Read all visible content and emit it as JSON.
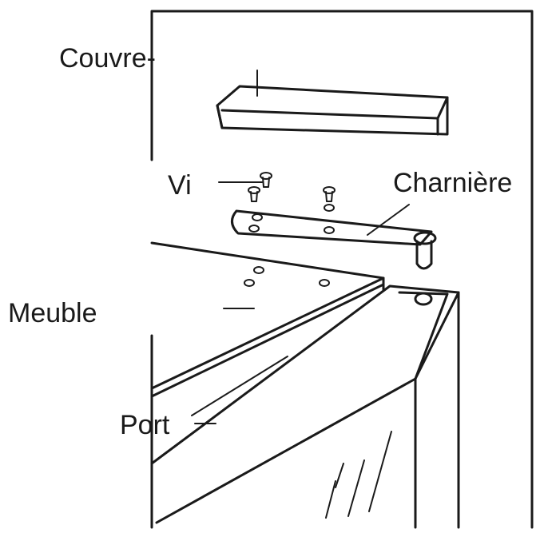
{
  "labels": {
    "cover": "Couvre-",
    "screw": "Vi",
    "hinge": "Charnière",
    "cabinet": "Meuble",
    "door": "Port"
  }
}
